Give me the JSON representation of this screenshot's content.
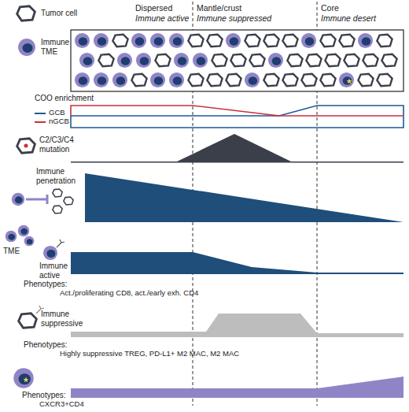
{
  "diagram": {
    "labels": [
      "Dispersed",
      "Immune active",
      "Mantle/crust",
      "Immune suppressed",
      "Core",
      "Immune desert",
      "Tumor cell",
      "Immune TME",
      "COO enrichment",
      "C2/C3/C4 mutation",
      "Immune penetration",
      "TME",
      "Immune active",
      "Phenotypes:",
      "Act./proliferating CD8, act./early exh. CD4",
      "Immune suppressive",
      "Phenotypes:",
      "Highly suppressive TREG, PD-L1+ M2 MAC, M2 MAC",
      "Phenotypes:",
      "CXCR3+CD4"
    ],
    "legend": [
      {
        "text": "GCB",
        "color": "#1f5a96"
      },
      {
        "text": "nGCB",
        "color": "#c8323c"
      }
    ]
  }
}
